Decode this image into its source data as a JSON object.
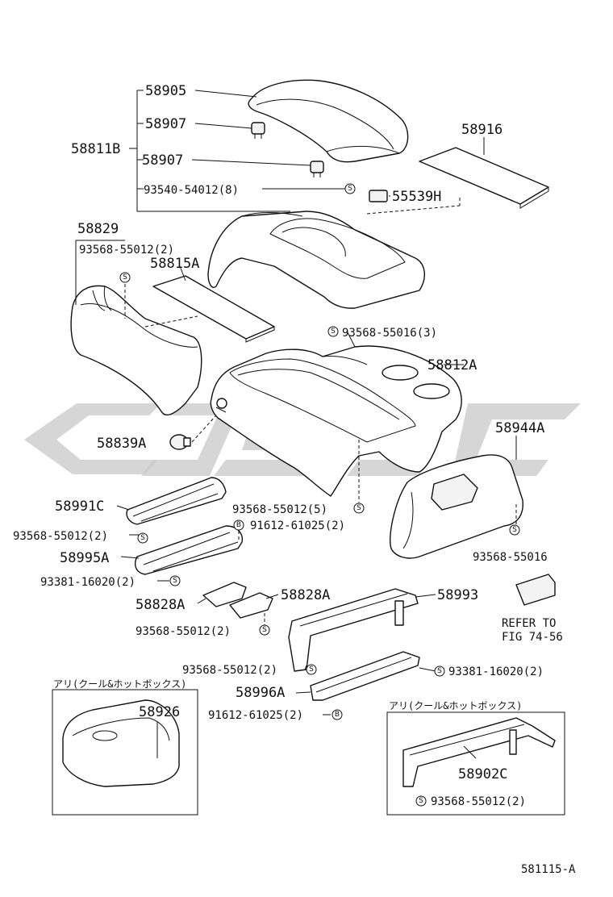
{
  "parts": {
    "p58905": "58905",
    "p58907a": "58907",
    "p58811b": "58811B",
    "p58907b": "58907",
    "p93540": "93540-54012(8)",
    "p58916": "58916",
    "p55539h": "55539H",
    "p58829": "58829",
    "p93568_2a": "93568-55012(2)",
    "p58815a": "58815A",
    "p93568_16_3": "93568-55016(3)",
    "p58812a": "58812A",
    "p58839a": "58839A",
    "p58944a": "58944A",
    "p58991c": "58991C",
    "p93568_5": "93568-55012(5)",
    "p93568_2b": "93568-55012(2)",
    "p91612_a": "91612-61025(2)",
    "p58995a": "58995A",
    "p93568_16": "93568-55016",
    "p93381_a": "93381-16020(2)",
    "p58828a_l": "58828A",
    "p58828a_r": "58828A",
    "p58993": "58993",
    "p93568_2c": "93568-55012(2)",
    "p93568_2d": "93568-55012(2)",
    "p93381_b": "93381-16020(2)",
    "p58996a": "58996A",
    "p91612_b": "91612-61025(2)",
    "p58926": "58926",
    "p58902c": "58902C",
    "p93568_2e": "93568-55012(2)"
  },
  "notes": {
    "refer_line1": "REFER TO",
    "refer_line2": "FIG 74-56",
    "option_left": "アリ(クール&ホットボックス)",
    "option_right": "アリ(クール&ホットボックス)"
  },
  "symbols": {
    "s": "S",
    "b": "B"
  },
  "figure_id": "581115-A"
}
